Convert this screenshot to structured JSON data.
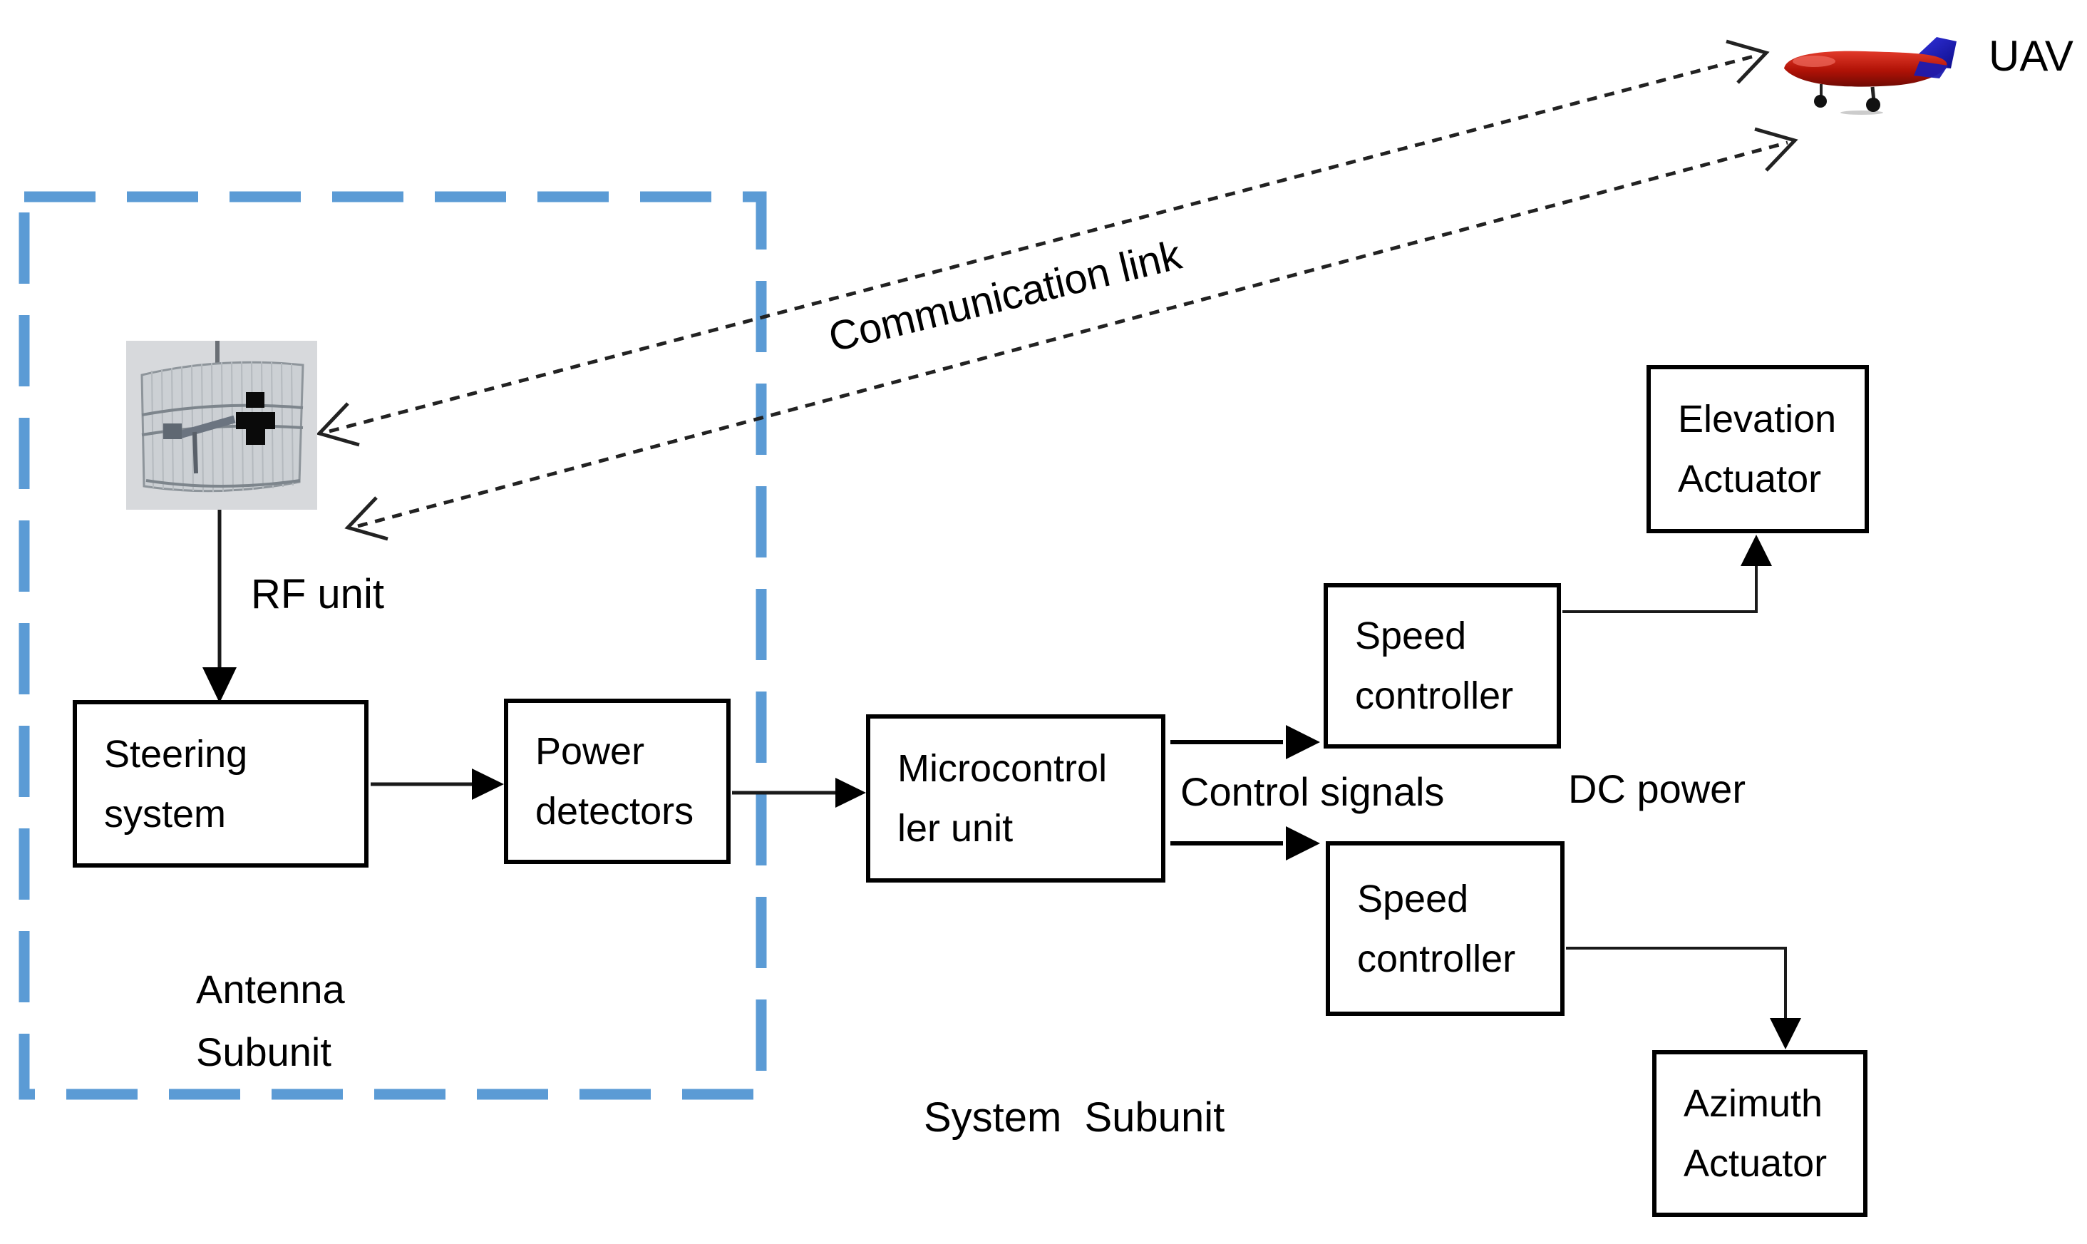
{
  "labels": {
    "uav": "UAV",
    "communication_link": "Communication link",
    "rf_unit": "RF unit",
    "control_signals": "Control signals",
    "dc_power": "DC power",
    "system_subunit": "System Subunit"
  },
  "antenna_subunit": {
    "line1": "Antenna",
    "line2": "Subunit"
  },
  "boxes": {
    "steering": {
      "line1": "Steering",
      "line2": "system"
    },
    "power_detectors": {
      "line1": "Power",
      "line2": "detectors"
    },
    "microcontroller": {
      "line1": "Microcontrol",
      "line2": "ler unit"
    },
    "speed_controller_top": {
      "line1": "Speed",
      "line2": "controller"
    },
    "speed_controller_bottom": {
      "line1": "Speed",
      "line2": "controller"
    },
    "elevation_actuator": {
      "line1": "Elevation",
      "line2": "Actuator"
    },
    "azimuth_actuator": {
      "line1": "Azimuth",
      "line2": "Actuator"
    }
  },
  "icons": {
    "antenna_photo": "grid-parabolic-antenna-photo",
    "uav_plane": "uav-airplane-icon"
  },
  "colors": {
    "dashed_frame": "#5B9BD5",
    "connector": "#1a1a1a",
    "box_border": "#000000",
    "text": "#000000",
    "uav_body_red": "#c01208",
    "uav_tail_blue": "#1c1ccd",
    "background": "#ffffff"
  }
}
